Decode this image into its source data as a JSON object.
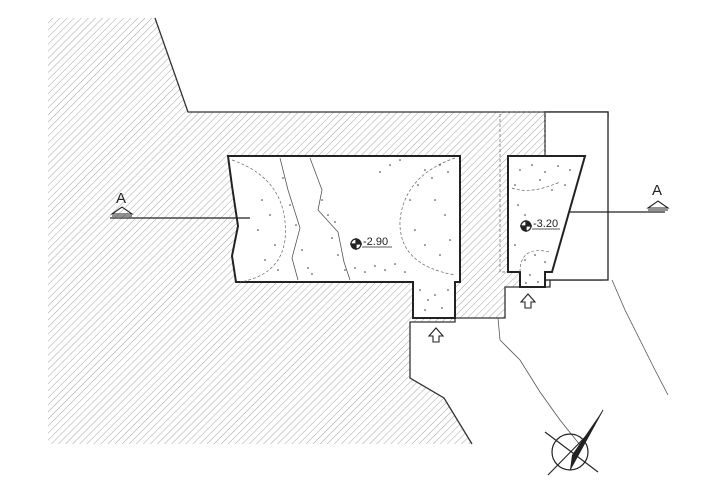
{
  "plan": {
    "section_mark_left": "A",
    "section_mark_right": "A",
    "elevation_left": "-2.90",
    "elevation_right": "-3.20",
    "north_arrow": "north-arrow-icon",
    "entry_arrows": [
      "up-arrow-icon",
      "up-arrow-icon"
    ],
    "colors": {
      "lines": "#222222",
      "hatch": "#9a9a9a",
      "background": "#ffffff"
    }
  }
}
